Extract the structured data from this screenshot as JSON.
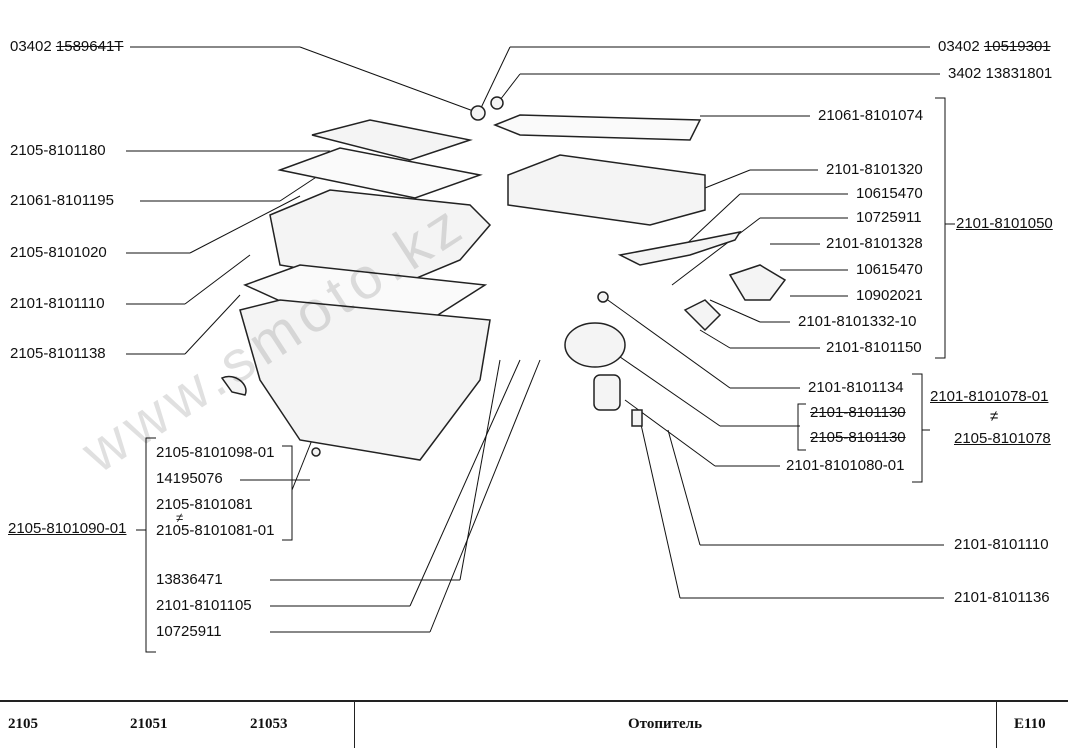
{
  "labels_left": [
    {
      "id": "l1",
      "text_a": "03402 ",
      "text_b": "1589641Т",
      "strike_b": true
    },
    {
      "id": "l2",
      "text_a": "2105-8101180"
    },
    {
      "id": "l3",
      "text_a": "21061-8101195"
    },
    {
      "id": "l4",
      "text_a": "2105-8101020"
    },
    {
      "id": "l5",
      "text_a": "2101-8101110"
    },
    {
      "id": "l6",
      "text_a": "2105-8101138"
    }
  ],
  "labels_right": [
    {
      "id": "r1",
      "text_a": "03402 ",
      "text_b": "10519301",
      "strike_b": true
    },
    {
      "id": "r2",
      "text_a": "3402 13831801"
    },
    {
      "id": "r3",
      "text_a": "21061-8101074"
    },
    {
      "id": "r4",
      "text_a": "2101-8101320"
    },
    {
      "id": "r5",
      "text_a": "10615470"
    },
    {
      "id": "r6",
      "text_a": "10725911"
    },
    {
      "id": "r7",
      "text_a": "2101-8101328"
    },
    {
      "id": "r8",
      "text_a": "10615470"
    },
    {
      "id": "r9",
      "text_a": "10902021"
    },
    {
      "id": "r10",
      "text_a": "2101-8101332-10"
    },
    {
      "id": "r11",
      "text_a": "2101-8101150"
    },
    {
      "id": "r12",
      "text_a": "2101-8101134"
    },
    {
      "id": "r13",
      "text_a": "2101-8101130"
    },
    {
      "id": "r14",
      "text_a": "2105-8101130"
    },
    {
      "id": "r15",
      "text_a": "2101-8101080-01"
    },
    {
      "id": "r16",
      "text_a": "2101-8101110"
    },
    {
      "id": "r17",
      "text_a": "2101-8101136"
    }
  ],
  "group_right": {
    "label": "2101-8101050"
  },
  "group_fan": {
    "top": "2101-8101078-01",
    "neq": "≠",
    "bottom": "2105-8101078"
  },
  "bottom_left": {
    "group_label": "2105-8101090-01",
    "items": [
      "2105-8101098-01",
      "14195076",
      "2105-8101081",
      "≠",
      "2105-8101081-01",
      "13836471",
      "2101-8101105",
      "10725911"
    ]
  },
  "watermark": "www.smoto.kz",
  "footer": {
    "models": [
      "2105",
      "21051",
      "21053"
    ],
    "title": "Отопитель",
    "code": "E110"
  }
}
